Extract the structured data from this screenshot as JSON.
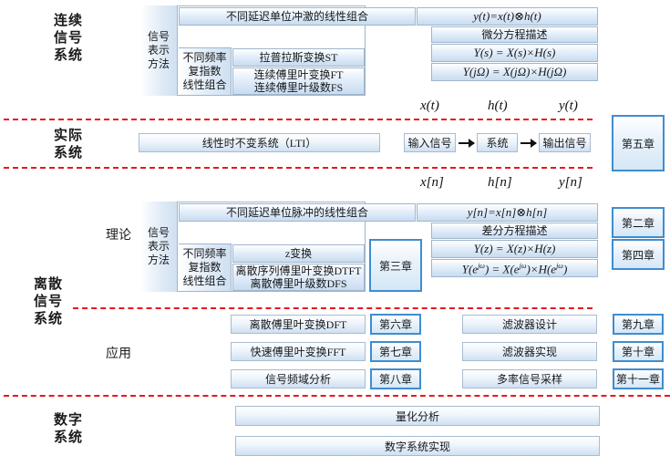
{
  "side_labels": [
    {
      "key": "continuous",
      "text": "连续\n信号\n系统"
    },
    {
      "key": "actual",
      "text": "实际\n系统"
    },
    {
      "key": "discrete",
      "text": "离散\n信号\n系统"
    },
    {
      "key": "digital",
      "text": "数字\n系统"
    }
  ],
  "stage_labels": [
    {
      "key": "theory",
      "text": "理论"
    },
    {
      "key": "application",
      "text": "应用"
    }
  ],
  "continuous": {
    "rep_method_label": "信号\n表示\n方法",
    "top_row_left": "不同延迟单位冲激的线性组合",
    "top_row_right": "y(t)=x(t)⊗h(t)",
    "diff_eq": "微分方程描述",
    "laplace_eq": "Y(s) = X(s)×H(s)",
    "fourier_eq": "Y(jΩ) = X(jΩ)×H(jΩ)",
    "freq_label": "不同频率\n复指数\n线性组合",
    "laplace": "拉普拉斯变换ST",
    "fourier": "连续傅里叶变换FT\n连续傅里叶级数FS",
    "signal_tags": [
      "x(t)",
      "h(t)",
      "y(t)"
    ]
  },
  "actual": {
    "lti_box": "线性时不变系统（LTI）",
    "input_box": "输入信号",
    "system_box": "系统",
    "output_box": "输出信号",
    "chapter": "第五章"
  },
  "discrete": {
    "signal_tags": [
      "x[n]",
      "h[n]",
      "y[n]"
    ],
    "rep_method_label": "信号\n表示\n方法",
    "top_row_left": "不同延迟单位脉冲的线性组合",
    "top_row_right": "y[n]=x[n]⊗h[n]",
    "diff_eq": "差分方程描述",
    "z_eq": "Y(z) = X(z)×H(z)",
    "dtft_eq": "Y(e^jω) = X(e^jω)×H(e^jω)",
    "freq_label": "不同频率\n复指数\n线性组合",
    "ztransform": "z变换",
    "dtft": "离散序列傅里叶变换DTFT\n离散傅里叶级数DFS",
    "chapter_three": "第三章",
    "chapter_two": "第二章",
    "chapter_four": "第四章"
  },
  "applications": [
    {
      "topic": "离散傅里叶变换DFT",
      "chapter": "第六章",
      "topic2": "滤波器设计",
      "chapter2": "第九章"
    },
    {
      "topic": "快速傅里叶变换FFT",
      "chapter": "第七章",
      "topic2": "滤波器实现",
      "chapter2": "第十章"
    },
    {
      "topic": "信号频域分析",
      "chapter": "第八章",
      "topic2": "多率信号采样",
      "chapter2": "第十一章"
    }
  ],
  "digital": {
    "quantization": "量化分析",
    "implementation": "数字系统实现"
  },
  "colors": {
    "separator": "#e8171f",
    "cell_border": "#9fb6cd",
    "chapter_border": "#3f8dd0"
  }
}
